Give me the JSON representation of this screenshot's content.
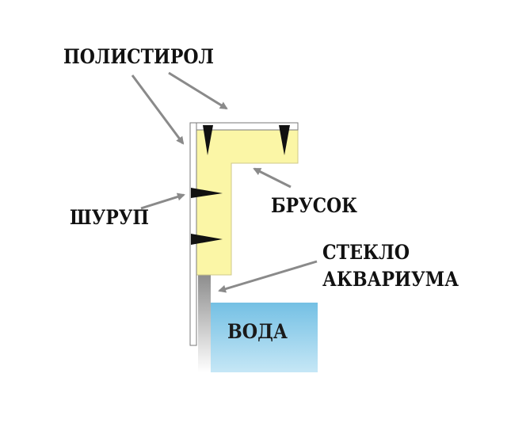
{
  "labels": {
    "polystyrene": "ПОЛИСТИРОЛ",
    "screw": "ШУРУП",
    "bar": "БРУСОК",
    "glass_line1": "СТЕКЛО",
    "glass_line2": "АКВАРИУМА",
    "water": "ВОДА"
  },
  "colors": {
    "polystyrene_fill": "#ffffff",
    "polystyrene_stroke": "#7a7a7a",
    "bar_fill": "#fbf6a6",
    "bar_stroke": "#cfc98a",
    "water_top": "#74c0e4",
    "water_bottom": "#c6e7f6",
    "glass_dark": "#8c8c8c",
    "glass_light": "#ffffff",
    "screw": "#111111",
    "arrow": "#8a8a8a",
    "text": "#111111"
  },
  "icons": {
    "screw_glyph": "screw-icon",
    "arrow_glyph": "arrow-icon"
  }
}
